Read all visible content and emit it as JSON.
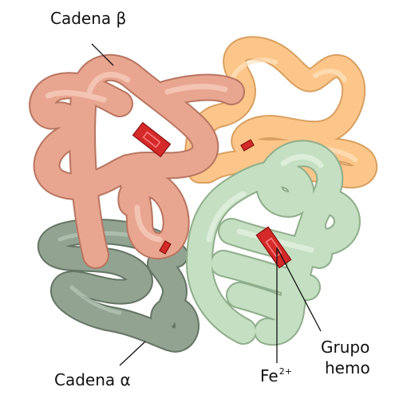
{
  "labels": {
    "beta_chain": "Cadena β",
    "alpha_chain": "Cadena α",
    "iron": "Fe",
    "iron_charge": "2+",
    "heme_line1": "Grupo",
    "heme_line2": "hemo"
  },
  "colors": {
    "beta_chain_fill": "#e8a590",
    "beta_chain_edge": "#b87560",
    "beta2_chain_fill": "#fcc68a",
    "beta2_chain_edge": "#d9a060",
    "alpha_chain_fill": "#92a392",
    "alpha_chain_edge": "#647564",
    "alpha2_chain_fill": "#c4dfc1",
    "alpha2_chain_edge": "#8fae8b",
    "heme_fill": "#d42a2a",
    "heme_edge": "#8a1010"
  }
}
